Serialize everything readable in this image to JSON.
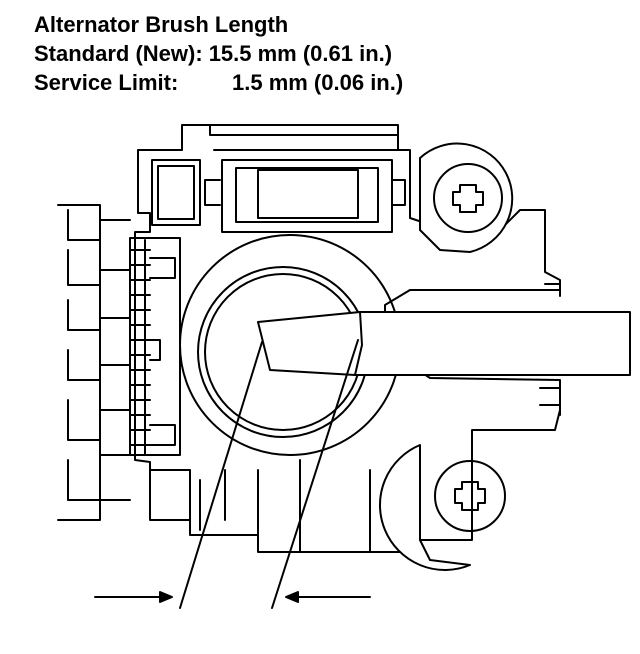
{
  "header": {
    "title": "Alternator Brush Length",
    "standard_label": "Standard (New):",
    "standard_value": "15.5 mm (0.61 in.)",
    "service_label": "Service Limit:",
    "service_value": "1.5 mm (0.06 in.)"
  },
  "diagram": {
    "ink_color": "#000000",
    "background_color": "#ffffff",
    "icons": [
      "phillips-screw-icon",
      "phillips-screw-icon",
      "measure-arrow-left-icon",
      "measure-arrow-right-icon"
    ]
  }
}
